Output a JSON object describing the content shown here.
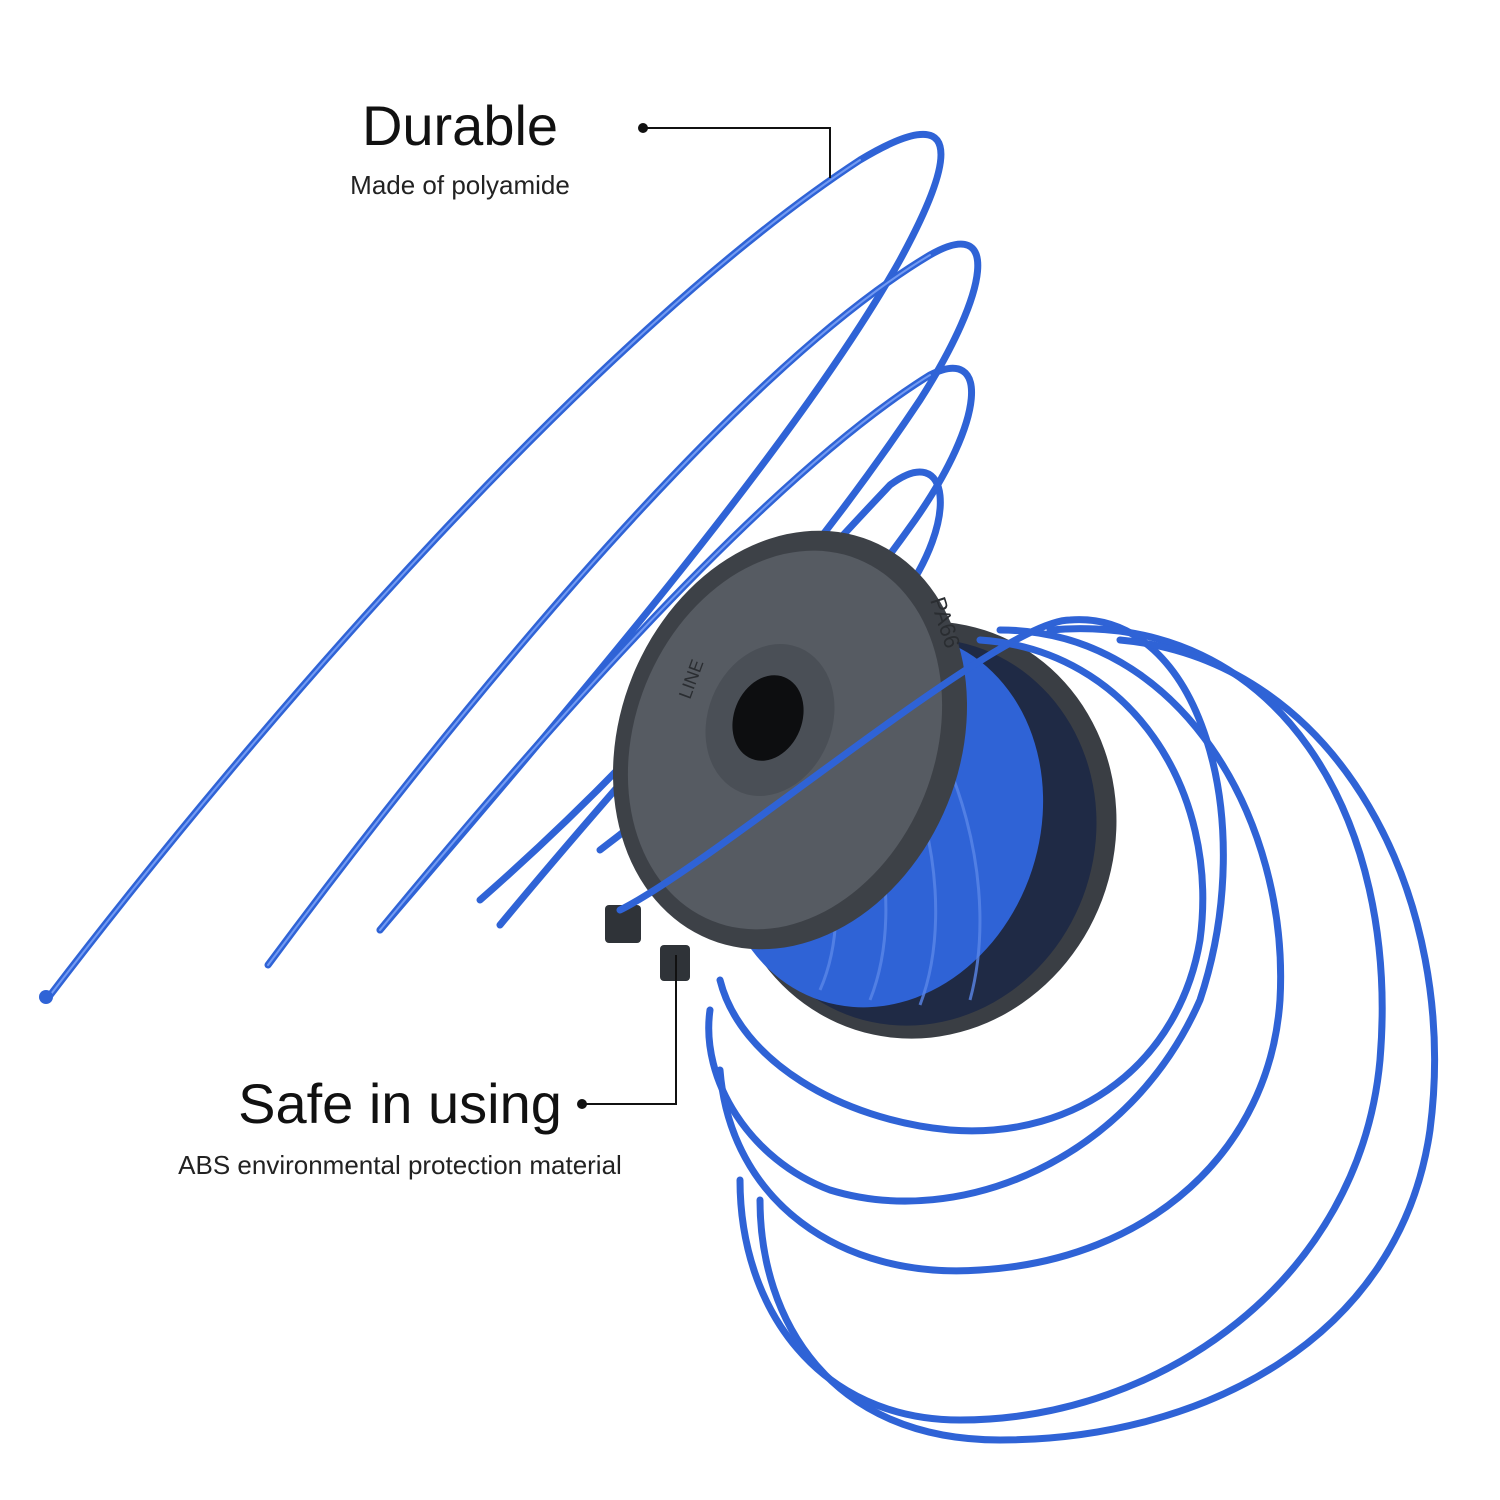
{
  "callouts": {
    "durable": {
      "title": "Durable",
      "subtitle": "Made of polyamide"
    },
    "safe": {
      "title": "Safe in using",
      "subtitle": "ABS environmental protection material"
    }
  },
  "spool": {
    "stamp_text": "PA66",
    "rim_text": "LINE"
  },
  "colors": {
    "line_blue": "#2f63d6",
    "line_highlight": "#8fb2ff",
    "spool_dark": "#3d4147",
    "spool_mid": "#565b62",
    "text": "#111111"
  }
}
